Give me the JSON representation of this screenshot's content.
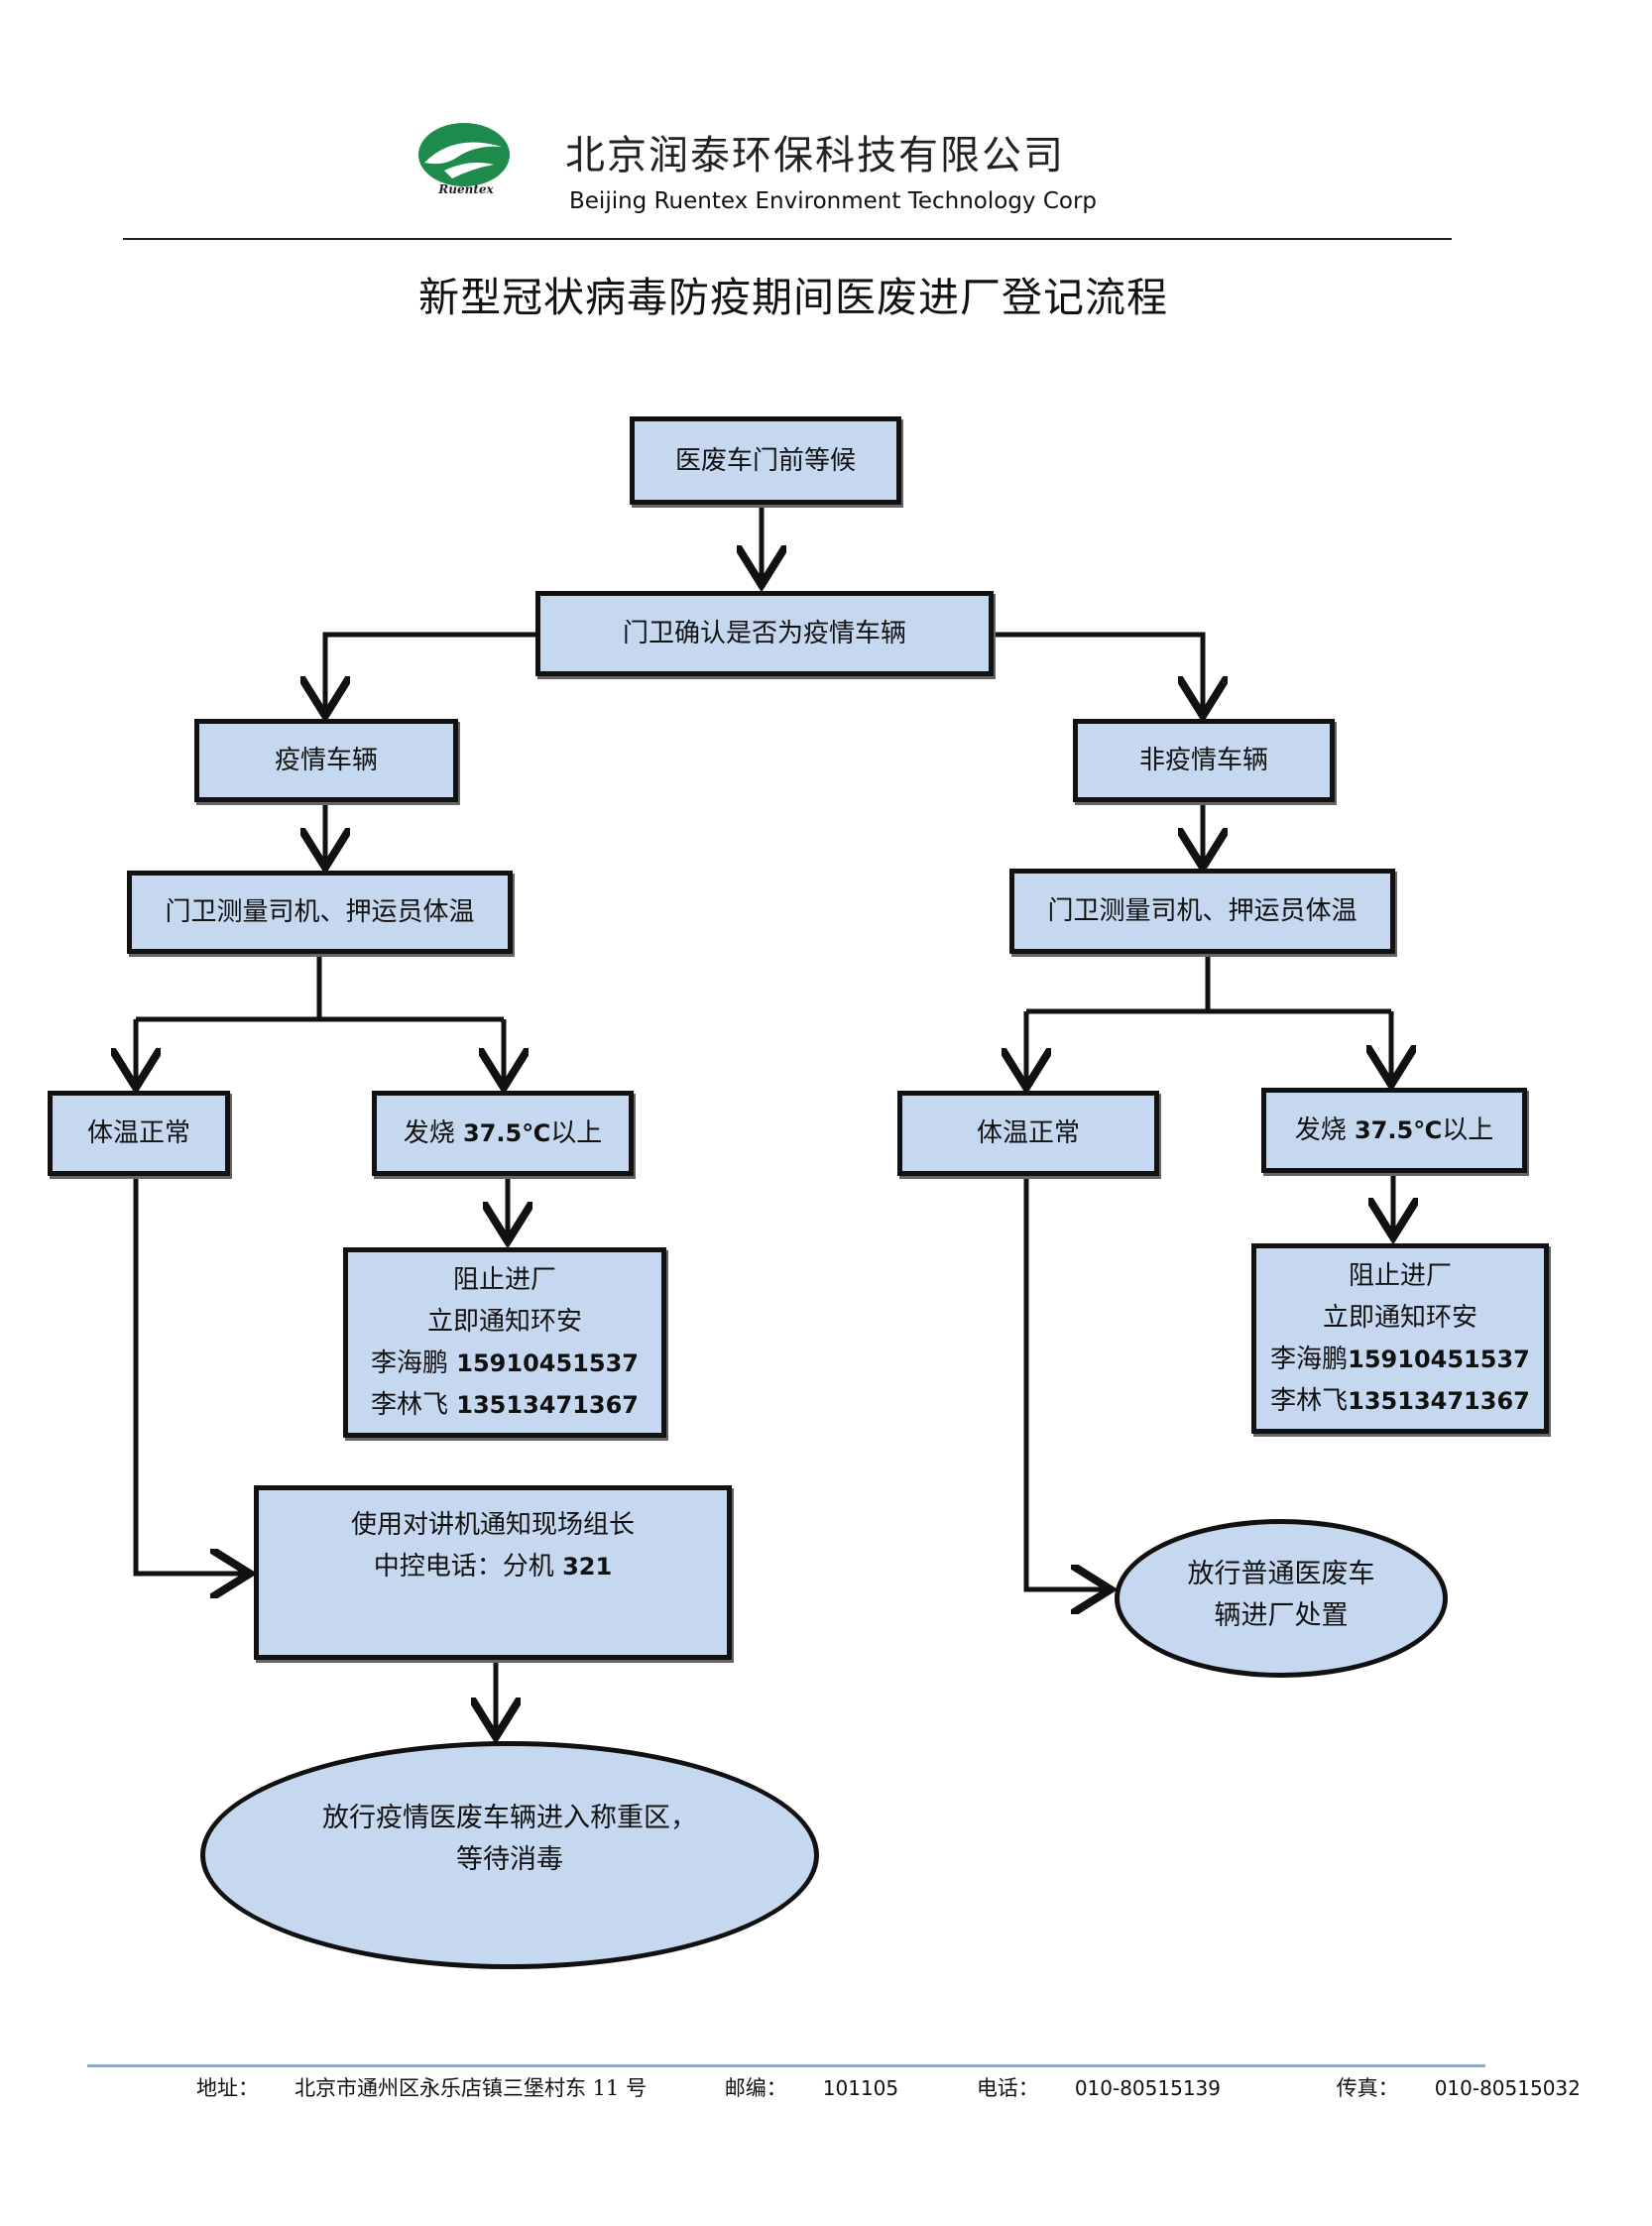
{
  "header": {
    "logo_text": "Ruentex",
    "company_cn": "北京润泰环保科技有限公司",
    "company_en": "Beijing Ruentex Environment Technology Corp"
  },
  "title": "新型冠状病毒防疫期间医废进厂登记流程",
  "flow": {
    "start": "医废车门前等候",
    "check": "门卫确认是否为疫情车辆",
    "epidemic_vehicle": "疫情车辆",
    "non_epidemic_vehicle": "非疫情车辆",
    "left_temp_check": "门卫测量司机、押运员体温",
    "right_temp_check": "门卫测量司机、押运员体温",
    "left_normal": "体温正常",
    "right_normal": "体温正常",
    "left_fever": {
      "prefix": "发烧",
      "value": "37.5℃",
      "suffix": "以上"
    },
    "right_fever": {
      "prefix": "发烧",
      "value": "37.5℃",
      "suffix": "以上"
    },
    "left_block": {
      "line1": "阻止进厂",
      "line2": "立即通知环安",
      "contact1_name": "李海鹏",
      "contact1_phone": "15910451537",
      "contact2_name": "李林飞",
      "contact2_phone": "13513471367"
    },
    "right_block": {
      "line1": "阻止进厂",
      "line2": "立即通知环安",
      "contact1_name": "李海鹏",
      "contact1_phone": "15910451537",
      "contact2_name": "李林飞",
      "contact2_phone": "13513471367"
    },
    "notify": {
      "line1": "使用对讲机通知现场组长",
      "line2_prefix": "中控电话：分机",
      "line2_ext": "321"
    },
    "left_end": {
      "line1": "放行疫情医废车辆进入称重区，",
      "line2": "等待消毒"
    },
    "right_end": {
      "line1": "放行普通医废车",
      "line2": "辆进厂处置"
    }
  },
  "footer": {
    "address_label": "地址：",
    "address": "北京市通州区永乐店镇三堡村东 11 号",
    "postcode_label": "邮编：",
    "postcode": "101105",
    "phone_label": "电话：",
    "phone": "010-80515139",
    "fax_label": "传真：",
    "fax": "010-80515032"
  },
  "colors": {
    "box_fill": "#c6d8f0",
    "border": "#111111",
    "logo_green": "#1e8a4c",
    "footer_rule": "#8fa9c8"
  }
}
